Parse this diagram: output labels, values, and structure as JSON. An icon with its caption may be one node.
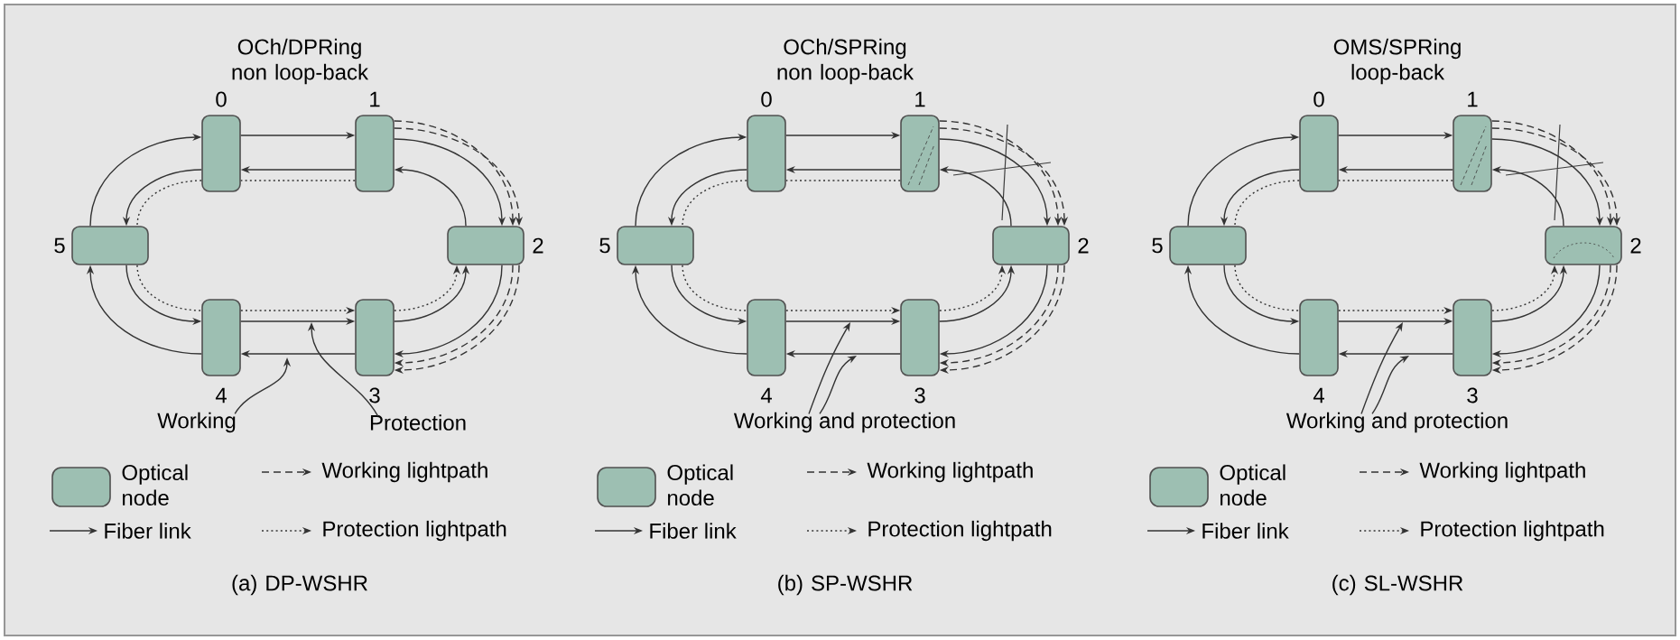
{
  "diagram": {
    "nodes": [
      {
        "text": [],
        "shape": "box",
        "beside": [
          "0"
        ]
      },
      {
        "text": [],
        "shape": "box",
        "beside": [
          "1"
        ]
      },
      {
        "text": [],
        "shape": "box",
        "beside": [
          "2"
        ]
      },
      {
        "text": [],
        "shape": "box",
        "beside": [
          "3"
        ]
      },
      {
        "text": [],
        "shape": "box",
        "beside": [
          "4"
        ]
      },
      {
        "text": [],
        "shape": "box",
        "beside": [
          "5"
        ]
      },
      {
        "text": [
          "Working"
        ]
      },
      {
        "text": [
          "Protection"
        ]
      },
      {
        "text": [],
        "shape": "box",
        "beside": [
          "0"
        ]
      },
      {
        "text": [],
        "shape": "box",
        "beside": [
          "1"
        ]
      },
      {
        "text": [],
        "shape": "box",
        "beside": [
          "2"
        ]
      },
      {
        "text": [],
        "shape": "box",
        "beside": [
          "3"
        ]
      },
      {
        "text": [],
        "shape": "box",
        "beside": [
          "4"
        ]
      },
      {
        "text": [],
        "shape": "box",
        "beside": [
          "5"
        ]
      },
      {
        "text": [
          "Working and protection"
        ]
      },
      {
        "text": [],
        "shape": "box",
        "beside": [
          "0"
        ]
      },
      {
        "text": [],
        "shape": "box",
        "beside": [
          "1"
        ]
      },
      {
        "text": [],
        "shape": "box",
        "beside": [
          "2"
        ]
      },
      {
        "text": [],
        "shape": "box",
        "beside": [
          "3"
        ]
      },
      {
        "text": [],
        "shape": "box",
        "beside": [
          "4"
        ]
      },
      {
        "text": [],
        "shape": "box",
        "beside": [
          "5"
        ]
      },
      {
        "text": [
          "Working and protection"
        ]
      }
    ],
    "edges": [
      {
        "from": 0,
        "to": 1,
        "arrow": "to"
      },
      {
        "from": 1,
        "to": 0,
        "arrow": "to"
      },
      {
        "from": 1,
        "to": 2,
        "arrow": "to"
      },
      {
        "from": 2,
        "to": 1,
        "arrow": "to"
      },
      {
        "from": 2,
        "to": 3,
        "arrow": "to"
      },
      {
        "from": 3,
        "to": 2,
        "arrow": "to"
      },
      {
        "from": 3,
        "to": 4,
        "arrow": "to"
      },
      {
        "from": 4,
        "to": 3,
        "arrow": "to"
      },
      {
        "from": 4,
        "to": 5,
        "arrow": "to"
      },
      {
        "from": 5,
        "to": 4,
        "arrow": "to"
      },
      {
        "from": 5,
        "to": 0,
        "arrow": "to"
      },
      {
        "from": 0,
        "to": 5,
        "arrow": "to"
      },
      {
        "from": 1,
        "to": 2,
        "arrow": "to",
        "style": "dashed"
      },
      {
        "from": 1,
        "to": 2,
        "arrow": "to",
        "style": "dashed"
      },
      {
        "from": 2,
        "to": 3,
        "arrow": "to",
        "style": "dashed"
      },
      {
        "from": 2,
        "to": 3,
        "arrow": "to",
        "style": "dashed"
      },
      {
        "from": 1,
        "to": 0,
        "arrow": "none",
        "style": "dashed"
      },
      {
        "from": 0,
        "to": 5,
        "arrow": "none",
        "style": "dashed"
      },
      {
        "from": 5,
        "to": 4,
        "arrow": "none",
        "style": "dashed"
      },
      {
        "from": 4,
        "to": 3,
        "arrow": "to",
        "style": "dashed"
      },
      {
        "from": 3,
        "to": 2,
        "arrow": "to",
        "style": "dashed"
      },
      {
        "from": 6,
        "to": null,
        "arrow": "to"
      },
      {
        "from": 7,
        "to": null,
        "arrow": "to"
      },
      {
        "from": 8,
        "to": 9,
        "arrow": "to"
      },
      {
        "from": 9,
        "to": 8,
        "arrow": "to"
      },
      {
        "from": 9,
        "to": 10,
        "arrow": "to"
      },
      {
        "from": 10,
        "to": 9,
        "arrow": "to"
      },
      {
        "from": 10,
        "to": 11,
        "arrow": "to"
      },
      {
        "from": 11,
        "to": 10,
        "arrow": "to"
      },
      {
        "from": 11,
        "to": 12,
        "arrow": "to"
      },
      {
        "from": 12,
        "to": 11,
        "arrow": "to"
      },
      {
        "from": 12,
        "to": 13,
        "arrow": "to"
      },
      {
        "from": 13,
        "to": 12,
        "arrow": "to"
      },
      {
        "from": 13,
        "to": 8,
        "arrow": "to"
      },
      {
        "from": 8,
        "to": 13,
        "arrow": "to"
      },
      {
        "from": 9,
        "to": 10,
        "arrow": "to",
        "style": "dashed"
      },
      {
        "from": 9,
        "to": 10,
        "arrow": "to",
        "style": "dashed"
      },
      {
        "from": 10,
        "to": 11,
        "arrow": "to",
        "style": "dashed"
      },
      {
        "from": 10,
        "to": 11,
        "arrow": "to",
        "style": "dashed"
      },
      {
        "from": 9,
        "to": 8,
        "arrow": "none",
        "style": "dashed"
      },
      {
        "from": 8,
        "to": 13,
        "arrow": "none",
        "style": "dashed"
      },
      {
        "from": 13,
        "to": 12,
        "arrow": "none",
        "style": "dashed"
      },
      {
        "from": 12,
        "to": 11,
        "arrow": "to",
        "style": "dashed"
      },
      {
        "from": 11,
        "to": 10,
        "arrow": "to",
        "style": "dashed"
      },
      {
        "from": 14,
        "to": null,
        "arrow": "to"
      },
      {
        "from": 14,
        "to": null,
        "arrow": "to"
      },
      {
        "from": 15,
        "to": 16,
        "arrow": "to"
      },
      {
        "from": 16,
        "to": 15,
        "arrow": "to"
      },
      {
        "from": 16,
        "to": 17,
        "arrow": "to"
      },
      {
        "from": 17,
        "to": 16,
        "arrow": "to"
      },
      {
        "from": 17,
        "to": 18,
        "arrow": "to"
      },
      {
        "from": 18,
        "to": 17,
        "arrow": "to"
      },
      {
        "from": 18,
        "to": 19,
        "arrow": "to"
      },
      {
        "from": 19,
        "to": 18,
        "arrow": "to"
      },
      {
        "from": 19,
        "to": 20,
        "arrow": "to"
      },
      {
        "from": 20,
        "to": 19,
        "arrow": "to"
      },
      {
        "from": 20,
        "to": 15,
        "arrow": "to"
      },
      {
        "from": 15,
        "to": 20,
        "arrow": "to"
      },
      {
        "from": 16,
        "to": 17,
        "arrow": "to",
        "style": "dashed"
      },
      {
        "from": 16,
        "to": 17,
        "arrow": "to",
        "style": "dashed"
      },
      {
        "from": 17,
        "to": 18,
        "arrow": "to",
        "style": "dashed"
      },
      {
        "from": 17,
        "to": 18,
        "arrow": "to",
        "style": "dashed"
      },
      {
        "from": 16,
        "to": 15,
        "arrow": "none",
        "style": "dashed"
      },
      {
        "from": 15,
        "to": 20,
        "arrow": "none",
        "style": "dashed"
      },
      {
        "from": 20,
        "to": 19,
        "arrow": "none",
        "style": "dashed"
      },
      {
        "from": 19,
        "to": 18,
        "arrow": "to",
        "style": "dashed"
      },
      {
        "from": 18,
        "to": 17,
        "arrow": "to",
        "style": "dashed"
      },
      {
        "from": 21,
        "to": null,
        "arrow": "to"
      },
      {
        "from": 21,
        "to": null,
        "arrow": "to"
      }
    ],
    "labels": [
      "OCh/DPRing non loop-back",
      "OCh/SPRing non loop-back",
      "OMS/SPRing loop-back",
      "(a) DP-WSHR",
      "(b) SP-WSHR",
      "(c) SL-WSHR"
    ],
    "legend": [
      {
        "text": "Optical node",
        "color": "#9dbfb2"
      },
      {
        "text": "Working lightpath"
      },
      {
        "text": "Fiber link"
      },
      {
        "text": "Protection lightpath"
      },
      {
        "text": "Optical node",
        "color": "#9dbfb2"
      },
      {
        "text": "Working lightpath"
      },
      {
        "text": "Fiber link"
      },
      {
        "text": "Protection lightpath"
      },
      {
        "text": "Optical node",
        "color": "#9dbfb2"
      },
      {
        "text": "Working lightpath"
      },
      {
        "text": "Fiber link"
      },
      {
        "text": "Protection lightpath"
      }
    ]
  }
}
